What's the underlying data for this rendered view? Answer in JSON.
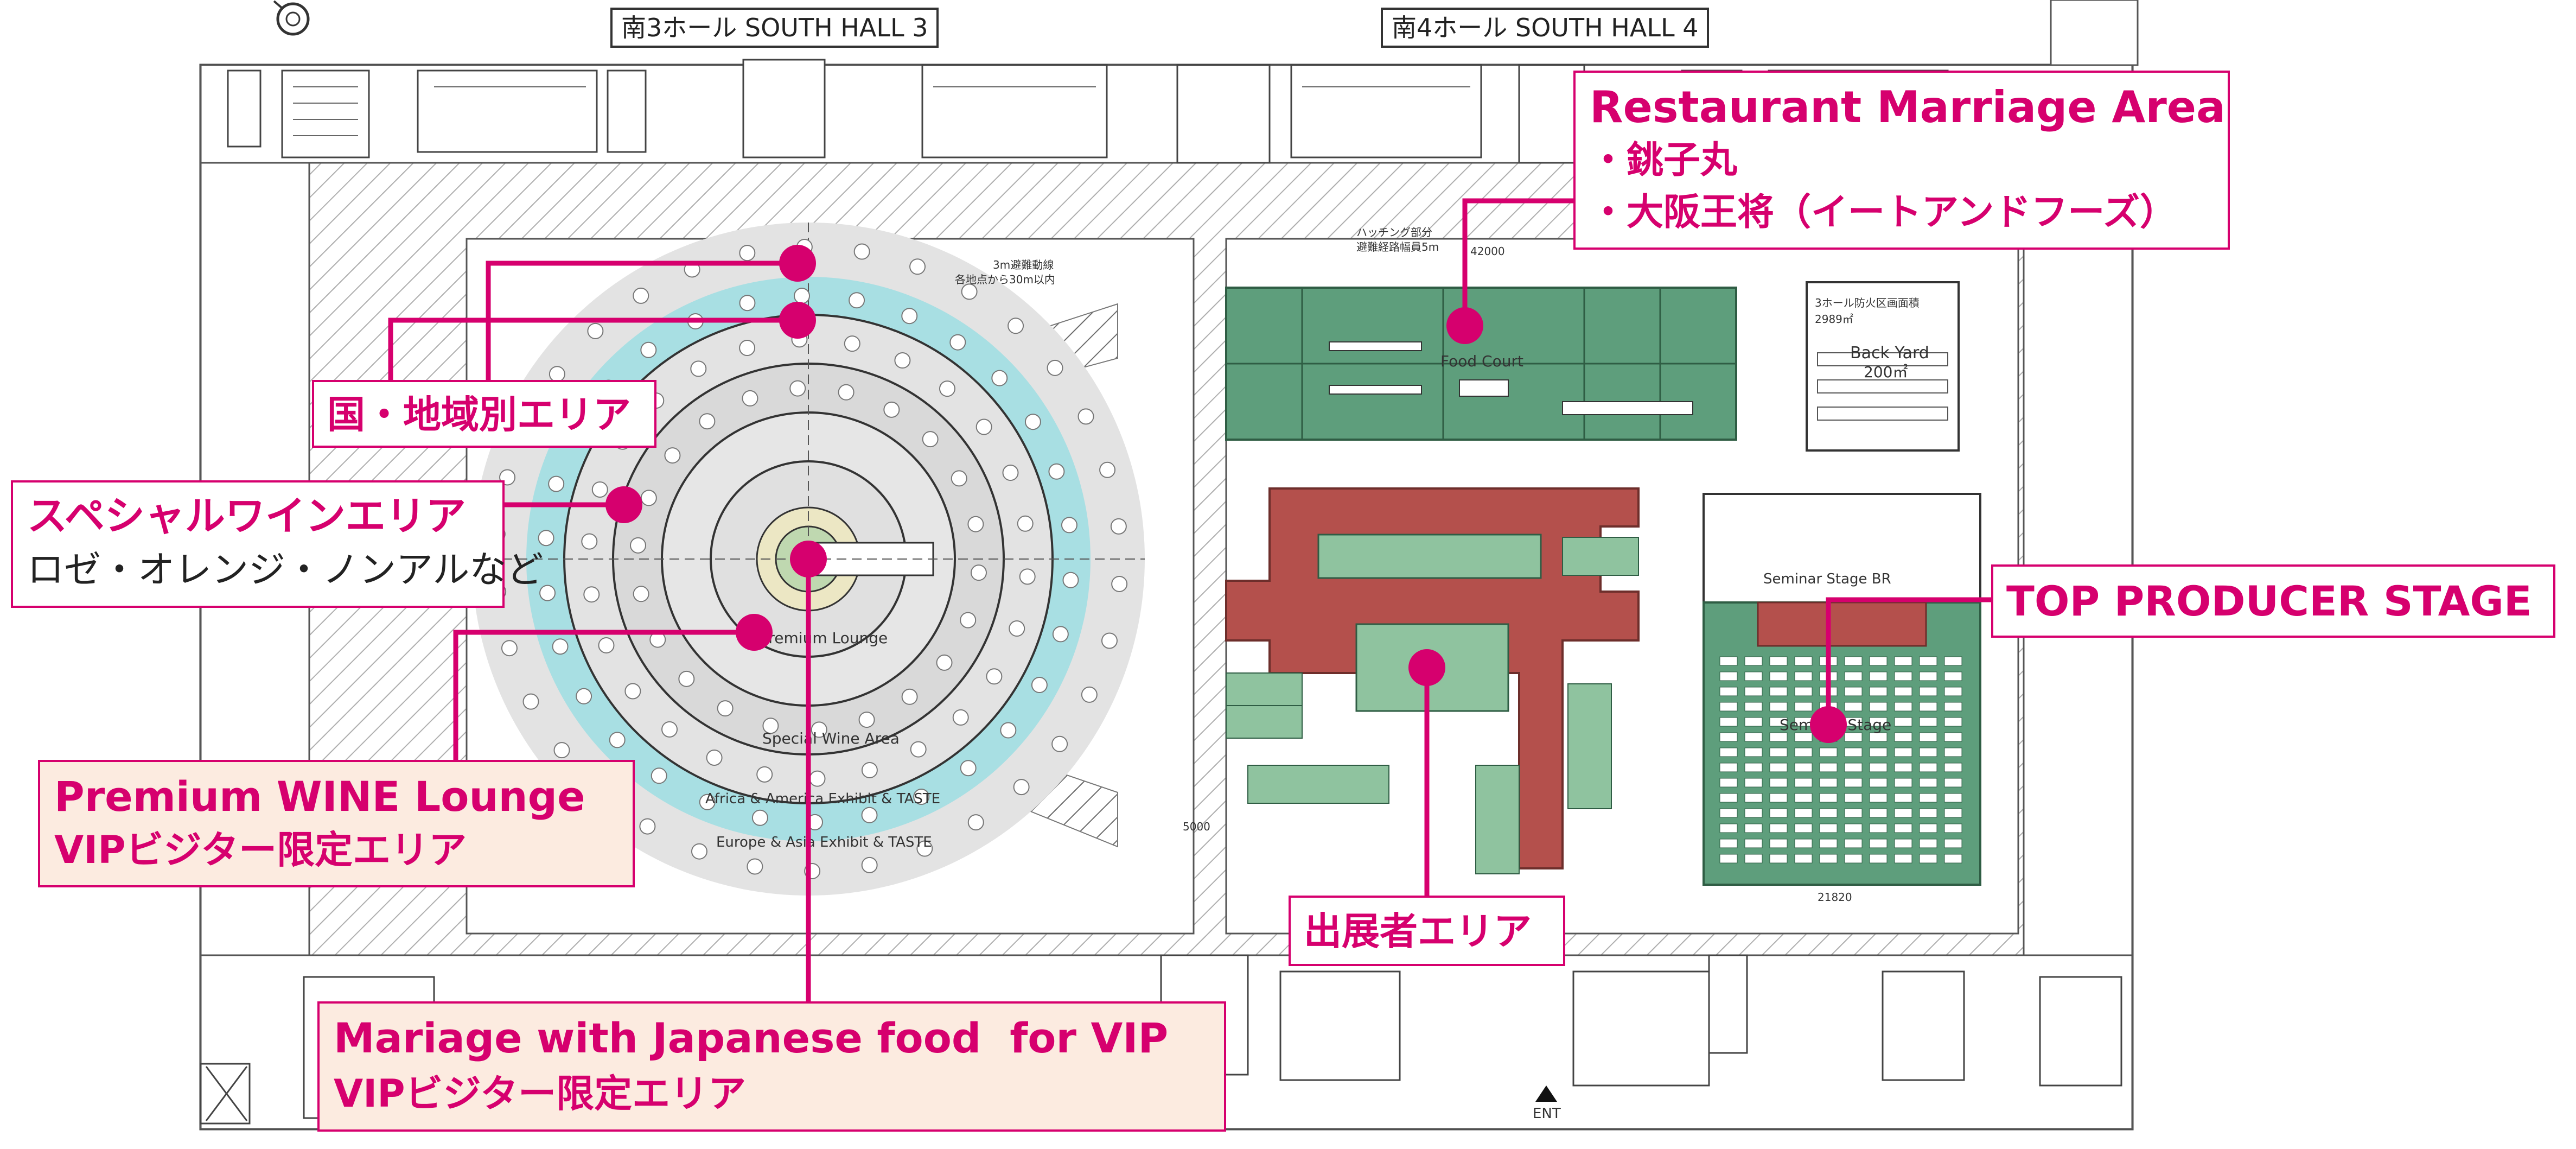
{
  "halls": {
    "south3": "南3ホール SOUTH HALL 3",
    "south4": "南4ホール SOUTH HALL 4"
  },
  "plan_labels": {
    "food_court": "Food Court",
    "back_yard": "Back Yard",
    "back_yard_area": "200㎡",
    "seminar_stage_br": "Seminar Stage BR",
    "seminar_stage": "Seminar Stage",
    "premium_lounge": "Premium Lounge",
    "special_wine_area": "Special Wine Area",
    "africa_america": "Africa & America Exhibit & TASTE",
    "europe_asia": "Europe & Asia Exhibit & TASTE",
    "entrance": "ENT",
    "hatching_note": "ハッチング部分",
    "hatching_note2": "避難経路幅員5m",
    "fire_area_south3": "3ホール防火区画面積",
    "fire_area_value": "2989㎡",
    "circle_note": "3m避難動線",
    "circle_note2": "各地点から30m以内",
    "dim_42000": "42000",
    "dim_21820": "21820",
    "dim_5000": "5000"
  },
  "callouts": {
    "restaurant": {
      "title": "Restaurant Marriage Area",
      "line1": "・銚子丸",
      "line2": "・大阪王将（イートアンドフーズ）"
    },
    "country": {
      "title": "国・地域別エリア"
    },
    "special_wine": {
      "title": "スペシャルワインエリア",
      "sub": "ロゼ・オレンジ・ノンアルなど"
    },
    "premium": {
      "title": "Premium WINE Lounge",
      "sub": "VIPビジター限定エリア"
    },
    "mariage": {
      "title": "Mariage with Japanese food  for VIP",
      "sub": "VIPビジター限定エリア"
    },
    "exhibitor": {
      "title": "出展者エリア"
    },
    "top_producer": {
      "title": "TOP PRODUCER STAGE"
    }
  },
  "colors": {
    "accent": "#d6006e",
    "green_zone": "#5e9e7c",
    "red_zone": "#b4504c",
    "cyan_ring": "#a8dfe3",
    "gray_ring": "#e3e3e3",
    "peach_box": "#fcebe0"
  }
}
